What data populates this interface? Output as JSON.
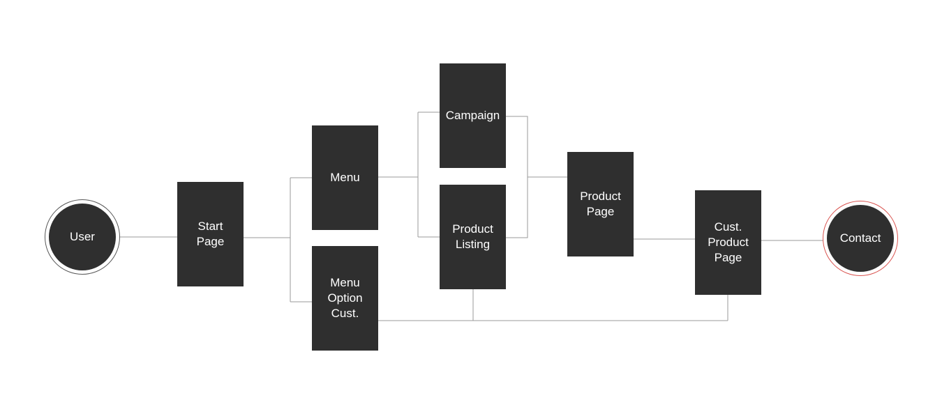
{
  "diagram": {
    "line_color": "#9a9a9a",
    "node_color": "#2f2f2f",
    "text_color": "#ffffff",
    "nodes": {
      "user": {
        "label": "User",
        "ring_color": "#555555"
      },
      "start_page": {
        "label": "Start\nPage"
      },
      "menu": {
        "label": "Menu"
      },
      "menu_option_cust": {
        "label": "Menu\nOption\nCust."
      },
      "campaign": {
        "label": "Campaign"
      },
      "product_listing": {
        "label": "Product\nListing"
      },
      "product_page": {
        "label": "Product\nPage"
      },
      "cust_product_page": {
        "label": "Cust.\nProduct\nPage"
      },
      "contact": {
        "label": "Contact",
        "ring_color": "#d9534f"
      }
    }
  }
}
